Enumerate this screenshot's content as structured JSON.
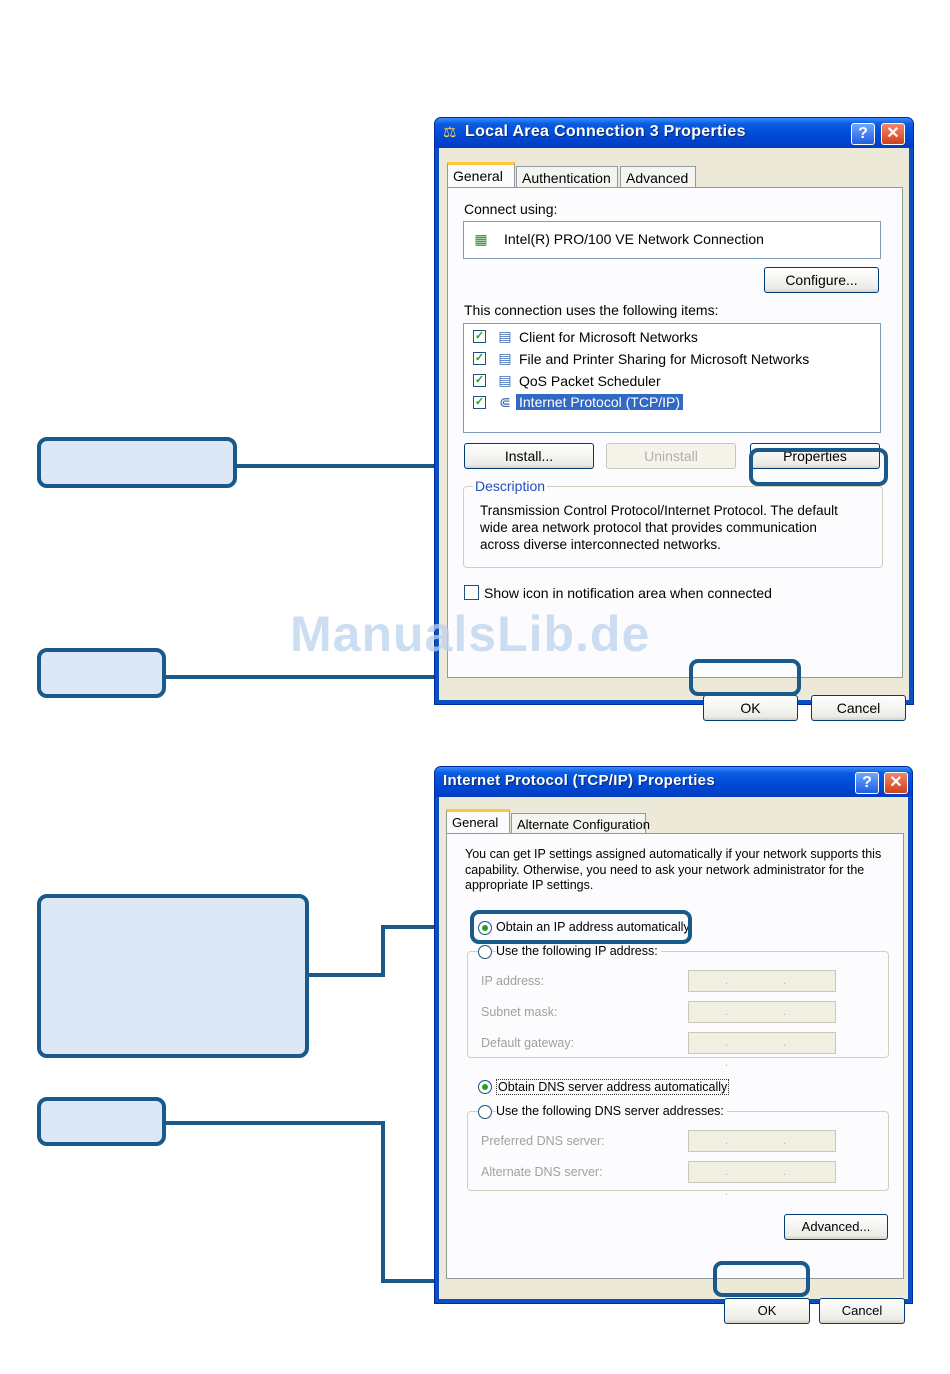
{
  "dialog1": {
    "title": "Local Area Connection 3 Properties",
    "tabs": [
      "General",
      "Authentication",
      "Advanced"
    ],
    "connect_using_label": "Connect using:",
    "adapter_name": "Intel(R) PRO/100 VE Network Connection",
    "configure_button": "Configure...",
    "items_label": "This connection uses the following items:",
    "items": [
      {
        "label": "Client for Microsoft Networks",
        "checked": true
      },
      {
        "label": "File and Printer Sharing for Microsoft Networks",
        "checked": true
      },
      {
        "label": "QoS Packet Scheduler",
        "checked": true
      },
      {
        "label": "Internet Protocol (TCP/IP)",
        "checked": true,
        "selected": true
      }
    ],
    "install_button": "Install...",
    "uninstall_button": "Uninstall",
    "properties_button": "Properties",
    "description_legend": "Description",
    "description_text": "Transmission Control Protocol/Internet Protocol. The default wide area network protocol that provides communication across diverse interconnected networks.",
    "show_icon_label": "Show icon in notification area when connected",
    "ok_button": "OK",
    "cancel_button": "Cancel"
  },
  "dialog2": {
    "title": "Internet Protocol (TCP/IP) Properties",
    "tabs": [
      "General",
      "Alternate Configuration"
    ],
    "intro_text": "You can get IP settings assigned automatically if your network supports this capability. Otherwise, you need to ask your network administrator for the appropriate IP settings.",
    "obtain_ip_label": "Obtain an IP address automatically",
    "use_ip_label": "Use the following IP address:",
    "ip_address_label": "IP address:",
    "subnet_mask_label": "Subnet mask:",
    "default_gateway_label": "Default gateway:",
    "obtain_dns_label": "Obtain DNS server address automatically",
    "use_dns_label": "Use the following DNS server addresses:",
    "preferred_dns_label": "Preferred DNS server:",
    "alternate_dns_label": "Alternate DNS server:",
    "ip_placeholder": ". . .",
    "advanced_button": "Advanced...",
    "ok_button": "OK",
    "cancel_button": "Cancel"
  },
  "watermark": "ManualsLib.de",
  "colors": {
    "callout_fill": "#dce8f5",
    "callout_border": "#1a5a8a",
    "xp_title_blue": "#0049d6",
    "dialog_face": "#ece9d8"
  },
  "icons": [
    "help-icon",
    "close-icon",
    "network-adapter-icon",
    "network-client-icon",
    "printer-sharing-icon",
    "qos-icon",
    "tcpip-icon"
  ]
}
